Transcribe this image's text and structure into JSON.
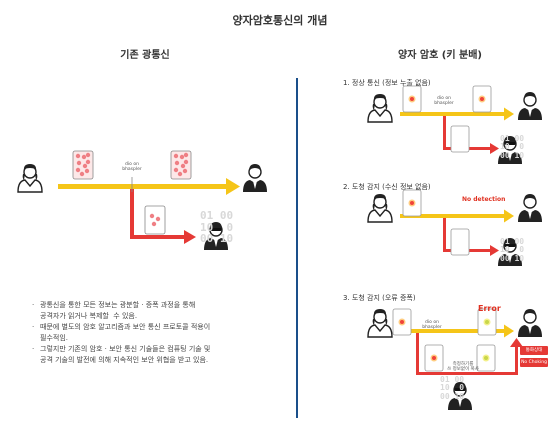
{
  "title": "양자암호통신의 개념",
  "left": {
    "header": "기존 광통신",
    "bs_label": "dio on\nbhaspler",
    "bits_main": "01 00\n10  0\n00 10",
    "bullets": [
      "광통신을 통한 모든 정보는 광분할 · 증폭 과정을 통해\n공격자가 읽거나 복제할  수 있음.",
      "때문에 별도의 암호 알고리즘과 보안 통신 프로토콜 적용이\n필수적임.",
      "그렇지만 기존의 암호 · 보안 통신 기술들은 컴퓨팅 기술 및\n공격 기술의 발전에 의해 지속적인 보안 위협을 받고 있음."
    ]
  },
  "right": {
    "header": "양자 암호 (키 분배)",
    "steps": [
      {
        "label": "1. 정상 통신 (정보 누출 없음)",
        "bs_label": "dio on\nbhaspler",
        "bits": "01 00\n10  0\n00 10"
      },
      {
        "label": "2. 도청 감지 (수신 정보 없음)",
        "detect": "No detection",
        "bits": "01 00\n10  0\n00 10"
      },
      {
        "label": "3. 도청 감지 (오류 증폭)",
        "bs_label": "dio on\nbhaspler",
        "error": "Error",
        "measure_label": "측정하기를\n쓰 정보없이 복사",
        "badge_top": "통화상태",
        "badge_bottom": "No Choking",
        "bits": "01 00\n10  0\n00 10"
      }
    ]
  },
  "colors": {
    "yellow": "#f5c518",
    "red": "#e53935",
    "divider": "#1a4f8a",
    "pink": "#f4a5a8"
  }
}
